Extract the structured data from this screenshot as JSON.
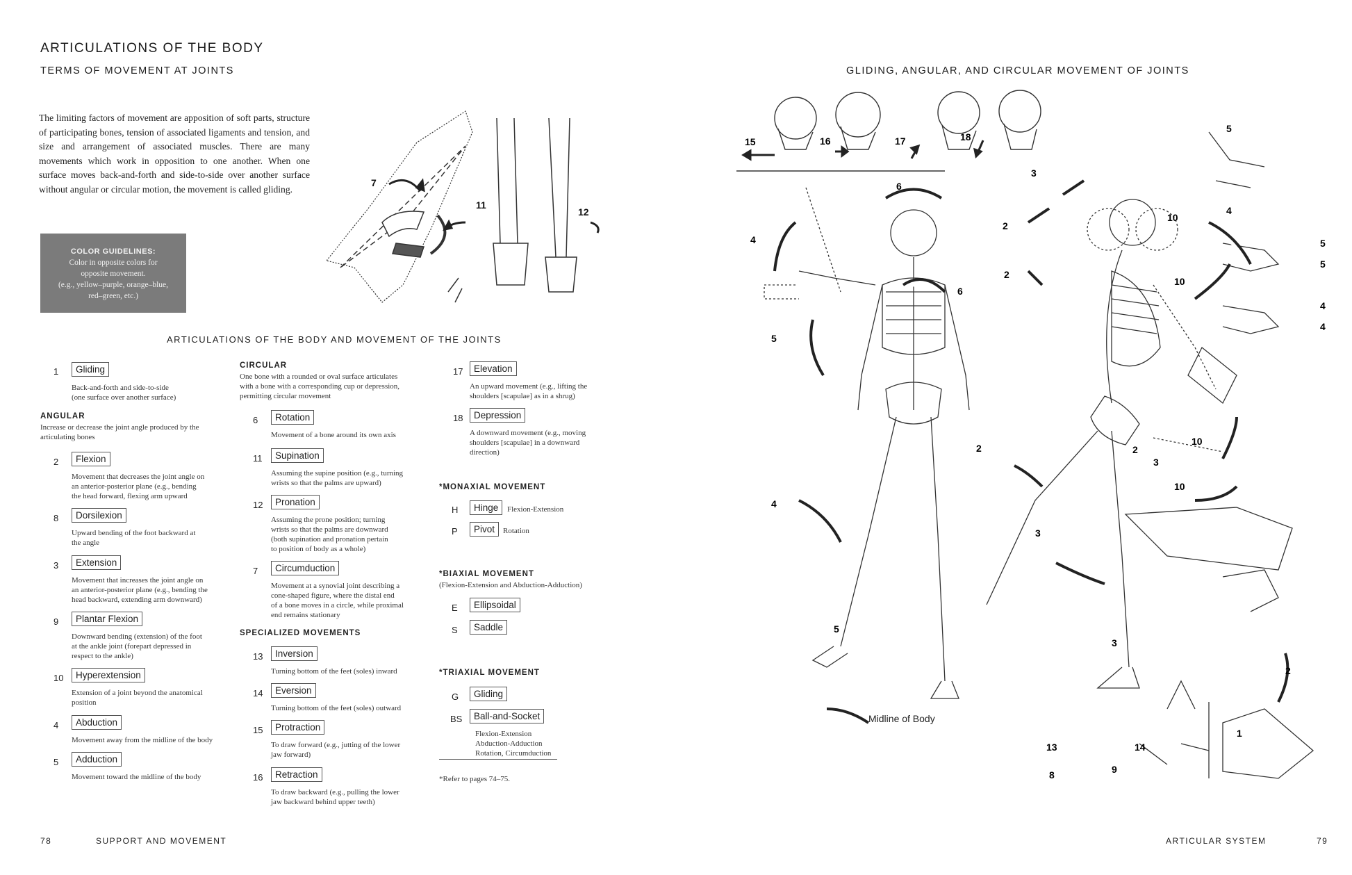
{
  "header": {
    "main_title": "ARTICULATIONS OF THE BODY",
    "sub_title": "TERMS OF MOVEMENT AT JOINTS",
    "right_title": "GLIDING, ANGULAR, AND CIRCULAR MOVEMENT OF JOINTS"
  },
  "intro": "The limiting factors of movement are apposition of soft parts, structure of participating bones, tension of associated ligaments and tension, and size and arrangement of associated muscles. There are many movements which work in opposition to one another. When one surface moves back-and-forth and side-to-side over another surface without angular or circular motion, the movement is called gliding.",
  "color_guidelines": {
    "heading": "COLOR GUIDELINES:",
    "line1": "Color in opposite colors for",
    "line2": "opposite movement.",
    "line3": "(e.g., yellow–purple, orange–blue,",
    "line4": "red–green, etc.)"
  },
  "section_heading": "ARTICULATIONS OF THE BODY AND MOVEMENT OF THE JOINTS",
  "col1": {
    "gliding": {
      "num": "1",
      "term": "Gliding",
      "desc1": "Back-and-forth and side-to-side",
      "desc2": "(one surface over another surface)"
    },
    "angular_head": "ANGULAR",
    "angular_desc1": "Increase or decrease the joint angle produced by the",
    "angular_desc2": "articulating bones",
    "items": [
      {
        "num": "2",
        "term": "Flexion",
        "d1": "Movement that decreases the joint angle on",
        "d2": "an anterior-posterior plane (e.g., bending",
        "d3": "the head forward, flexing arm  upward"
      },
      {
        "num": "8",
        "term": "Dorsilexion",
        "d1": "Upward bending of the foot backward at",
        "d2": "the angle",
        "d3": ""
      },
      {
        "num": "3",
        "term": "Extension",
        "d1": "Movement that increases the joint angle on",
        "d2": "an anterior-posterior plane (e.g., bending the",
        "d3": "head backward, extending arm downward)"
      },
      {
        "num": "9",
        "term": "Plantar Flexion",
        "d1": "Downward bending (extension) of the foot",
        "d2": "at the ankle joint (forepart depressed in",
        "d3": "respect to the ankle)"
      },
      {
        "num": "10",
        "term": "Hyperextension",
        "d1": "Extension of a joint beyond the anatomical",
        "d2": "position",
        "d3": ""
      },
      {
        "num": "4",
        "term": "Abduction",
        "d1": "Movement away from the midline of the body",
        "d2": "",
        "d3": ""
      },
      {
        "num": "5",
        "term": "Adduction",
        "d1": "Movement toward the midline of the body",
        "d2": "",
        "d3": ""
      }
    ]
  },
  "col2": {
    "circular_head": "CIRCULAR",
    "circular_desc1": "One bone with a rounded or oval surface articulates",
    "circular_desc2": "with a bone with a corresponding cup or depression,",
    "circular_desc3": "permitting circular movement",
    "items": [
      {
        "num": "6",
        "term": "Rotation",
        "d1": "Movement of a bone around its own axis",
        "d2": "",
        "d3": "",
        "d4": ""
      },
      {
        "num": "11",
        "term": "Supination",
        "d1": "Assuming the supine position (e.g., turning",
        "d2": "wrists so that the palms are upward)",
        "d3": "",
        "d4": ""
      },
      {
        "num": "12",
        "term": "Pronation",
        "d1": "Assuming the prone position; turning",
        "d2": "wrists so that the palms are downward",
        "d3": "(both supination and pronation pertain",
        "d4": "to position of body as a whole)"
      },
      {
        "num": "7",
        "term": "Circumduction",
        "d1": "Movement at a synovial joint describing a",
        "d2": "cone-shaped figure, where the distal end",
        "d3": "of a bone moves in a circle, while proximal",
        "d4": "end remains stationary"
      }
    ],
    "specialized_head": "SPECIALIZED MOVEMENTS",
    "specialized": [
      {
        "num": "13",
        "term": "Inversion",
        "d1": "Turning bottom of the feet (soles) inward",
        "d2": ""
      },
      {
        "num": "14",
        "term": "Eversion",
        "d1": "Turning bottom of the feet (soles) outward",
        "d2": ""
      },
      {
        "num": "15",
        "term": "Protraction",
        "d1": "To draw forward (e.g., jutting of the lower",
        "d2": "jaw forward)"
      },
      {
        "num": "16",
        "term": "Retraction",
        "d1": "To draw backward (e.g., pulling the lower",
        "d2": "jaw backward behind upper teeth)"
      }
    ]
  },
  "col3": {
    "items": [
      {
        "num": "17",
        "term": "Elevation",
        "d1": "An upward movement (e.g., lifting the",
        "d2": "shoulders [scapulae] as in a shrug)",
        "d3": ""
      },
      {
        "num": "18",
        "term": "Depression",
        "d1": "A downward movement (e.g., moving",
        "d2": "shoulders [scapulae] in a downward",
        "d3": "direction)"
      }
    ],
    "monaxial_head": "*MONAXIAL MOVEMENT",
    "monaxial": [
      {
        "num": "H",
        "term": "Hinge",
        "desc": "Flexion-Extension"
      },
      {
        "num": "P",
        "term": "Pivot",
        "desc": "Rotation"
      }
    ],
    "biaxial_head": "*BIAXIAL MOVEMENT",
    "biaxial_desc": "(Flexion-Extension and Abduction-Adduction)",
    "biaxial": [
      {
        "num": "E",
        "term": "Ellipsoidal"
      },
      {
        "num": "S",
        "term": "Saddle"
      }
    ],
    "triaxial_head": "*TRIAXIAL MOVEMENT",
    "triaxial": [
      {
        "num": "G",
        "term": "Gliding"
      },
      {
        "num": "BS",
        "term": "Ball-and-Socket"
      }
    ],
    "bs_desc1": "Flexion-Extension",
    "bs_desc2": "Abduction-Adduction",
    "bs_desc3": "Rotation, Circumduction",
    "footnote": "*Refer to pages 74–75."
  },
  "figure": {
    "midline_label": "Midline of Body",
    "arm_labels": [
      "7",
      "11",
      "12"
    ],
    "skull_labels": [
      "15",
      "16",
      "17",
      "18"
    ],
    "body_labels": [
      "6",
      "4",
      "5",
      "6",
      "4",
      "5",
      "3",
      "2",
      "10",
      "2",
      "10",
      "2",
      "10",
      "3",
      "2",
      "10",
      "3",
      "3",
      "2"
    ],
    "hand_labels": [
      "5",
      "4",
      "5",
      "5",
      "4",
      "4"
    ],
    "bottom_labels": [
      "13",
      "14",
      "8",
      "9",
      "1"
    ]
  },
  "footer": {
    "left_page": "78",
    "left_text": "SUPPORT AND MOVEMENT",
    "right_text": "ARTICULAR SYSTEM",
    "right_page": "79"
  }
}
